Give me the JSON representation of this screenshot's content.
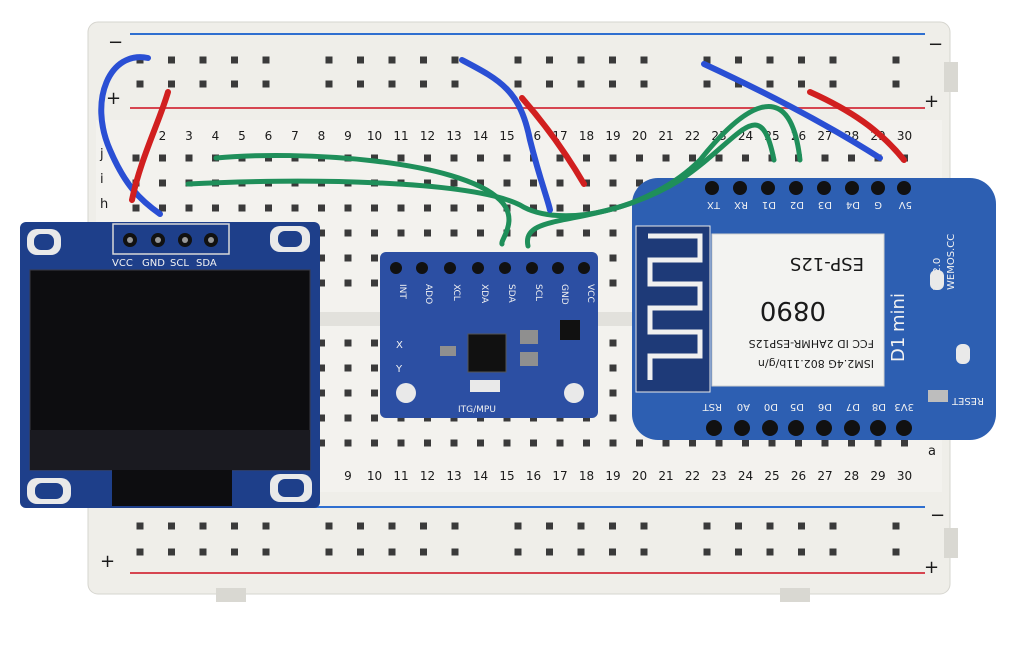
{
  "breadboard": {
    "column_numbers": [
      "2",
      "3",
      "4",
      "5",
      "6",
      "7",
      "8",
      "9",
      "10",
      "11",
      "12",
      "13",
      "14",
      "15",
      "16",
      "17",
      "18",
      "19",
      "20",
      "21",
      "22",
      "23",
      "24",
      "25",
      "26",
      "27",
      "28",
      "29",
      "30"
    ],
    "row_letters_top": [
      "j",
      "i",
      "h"
    ],
    "row_letters_bottom": [
      "a"
    ],
    "rail_plus": "+",
    "rail_minus": "−",
    "colors": {
      "board": "#efeee9",
      "rail_blue": "#2f6fd0",
      "rail_red": "#d64550",
      "hole": "#3a3a3a"
    }
  },
  "oled": {
    "pins": [
      "VCC",
      "GND",
      "SCL",
      "SDA"
    ],
    "colors": {
      "pcb": "#1e3f8a",
      "screen": "#0d0d10"
    }
  },
  "imu": {
    "pins": [
      "INT",
      "ADO",
      "XCL",
      "XDA",
      "SDA",
      "SCL",
      "GND",
      "VCC"
    ],
    "axis_x": "X",
    "axis_y": "Y",
    "silk": "ITG/MPU",
    "colors": {
      "pcb": "#2c4fa3"
    }
  },
  "wemos": {
    "top_pins": [
      "TX",
      "RX",
      "D1",
      "D2",
      "D3",
      "D4",
      "G",
      "5V"
    ],
    "bottom_pins": [
      "RST",
      "A0",
      "D0",
      "D5",
      "D6",
      "D7",
      "D8",
      "3V3"
    ],
    "module_lines": [
      "ISM2.4G 802.11b/g/n",
      "FCC ID 2AHMR-ESP12S",
      "0890",
      "ESP-12S"
    ],
    "brand": [
      "V2.2.0",
      "WEMOS.CC"
    ],
    "name": [
      "D1",
      "mini"
    ],
    "reset_label": "RESET",
    "colors": {
      "pcb": "#2d5fb2",
      "shield": "#f3f3f1"
    }
  },
  "wires": {
    "colors": {
      "blue": "#2a4fd4",
      "red": "#d11f1f",
      "green": "#1f8f5a"
    }
  }
}
